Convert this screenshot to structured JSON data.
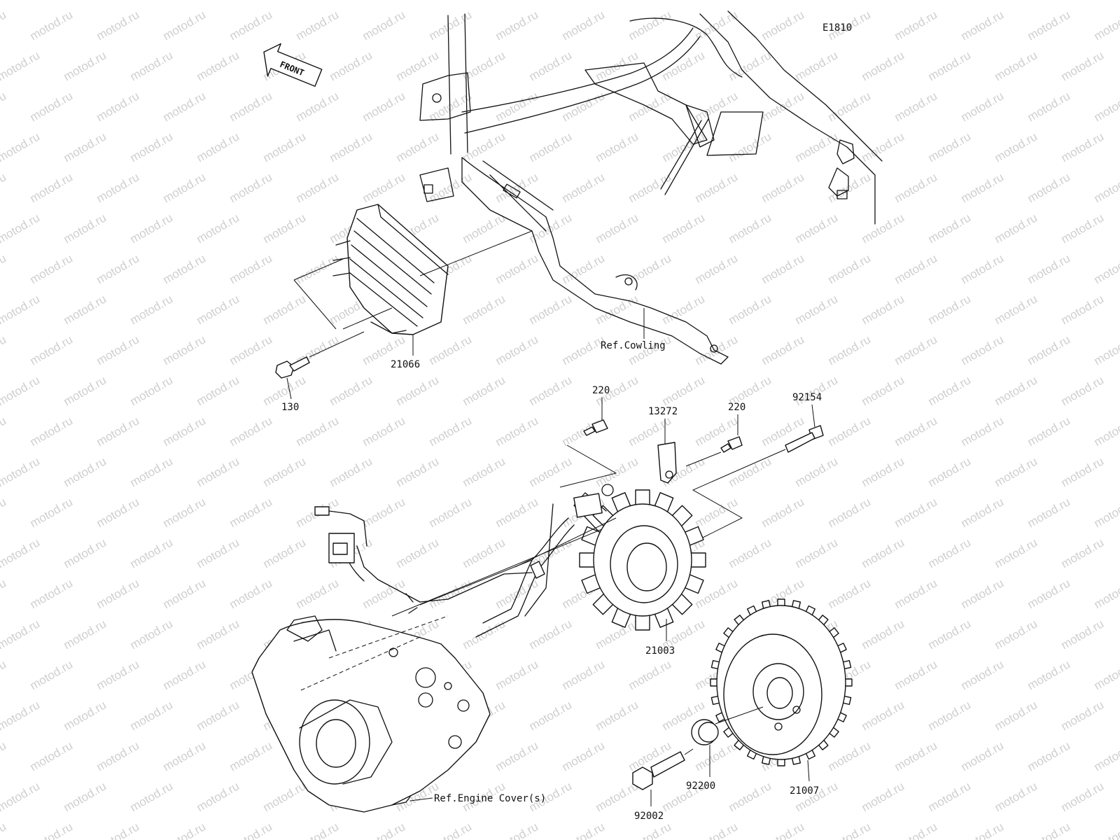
{
  "diagram": {
    "code": "E1810",
    "front_label": "FRONT",
    "watermark": "motod.ru",
    "labels": {
      "regulator": "21066",
      "bolt_130": "130",
      "ref_cowling": "Ref.Cowling",
      "screw_220_a": "220",
      "screw_220_b": "220",
      "clamp": "13272",
      "bolt_92154": "92154",
      "stator": "21003",
      "rotor": "21007",
      "washer": "92200",
      "bolt_92002": "92002",
      "ref_engine_cover": "Ref.Engine Cover(s)"
    }
  }
}
